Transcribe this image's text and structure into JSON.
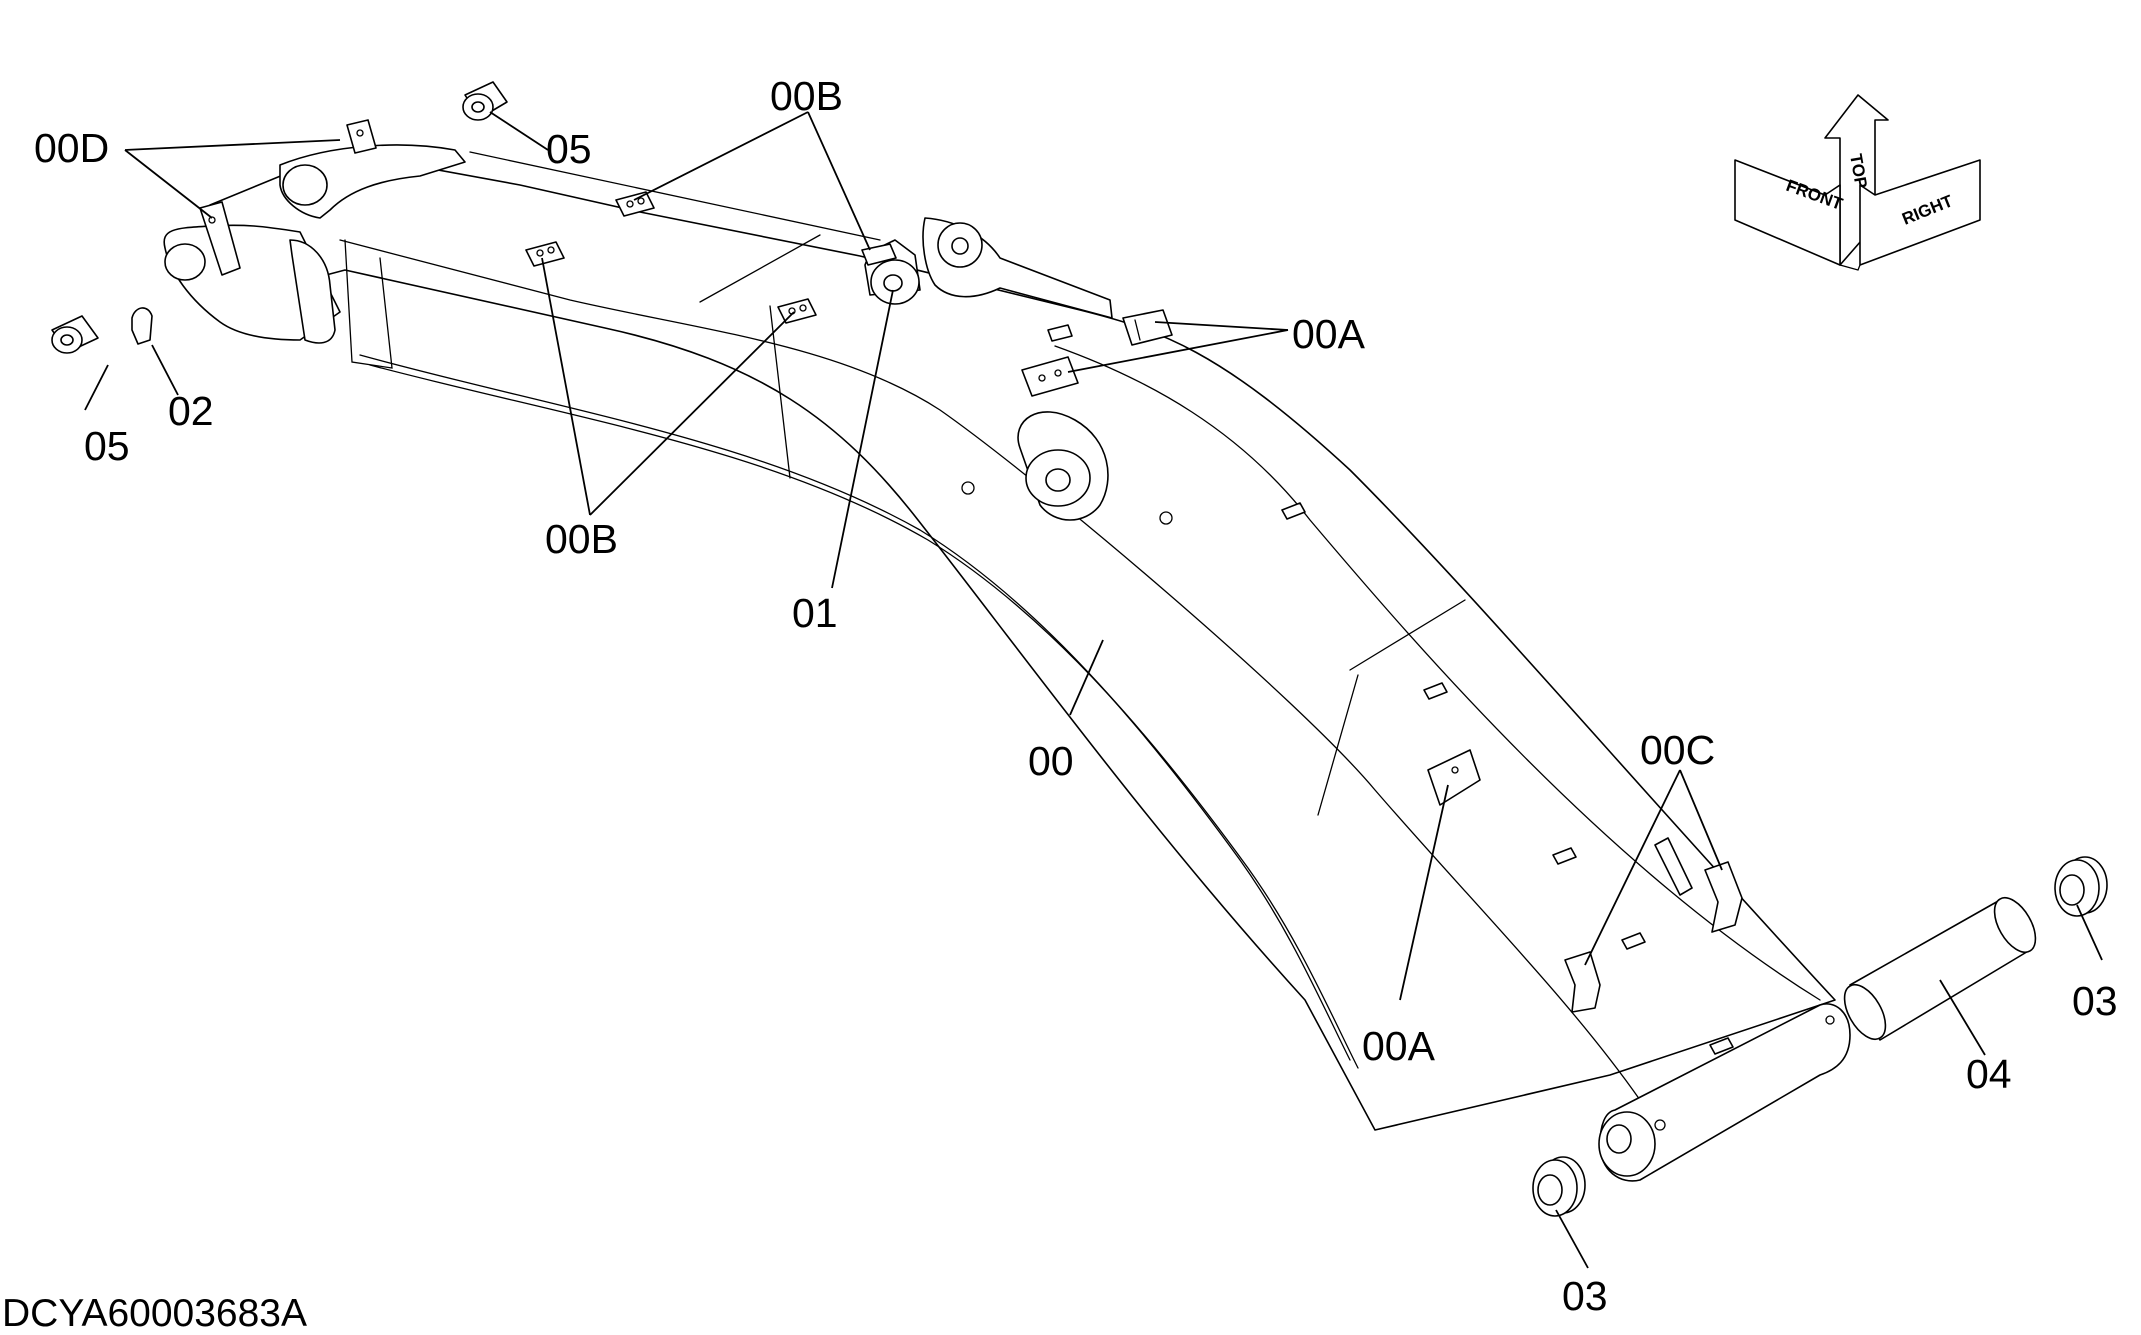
{
  "drawing_code": "DCYA60003683A",
  "orientation": {
    "front": "FRONT",
    "top": "TOP",
    "right": "RIGHT"
  },
  "callouts": {
    "c00D": "00D",
    "c05_top": "05",
    "c05_left": "05",
    "c02": "02",
    "c00B_top": "00B",
    "c00B_mid": "00B",
    "c01": "01",
    "c00A_right": "00A",
    "c00A_lower": "00A",
    "c00": "00",
    "c00C": "00C",
    "c03_right": "03",
    "c03_bottom": "03",
    "c04": "04"
  }
}
